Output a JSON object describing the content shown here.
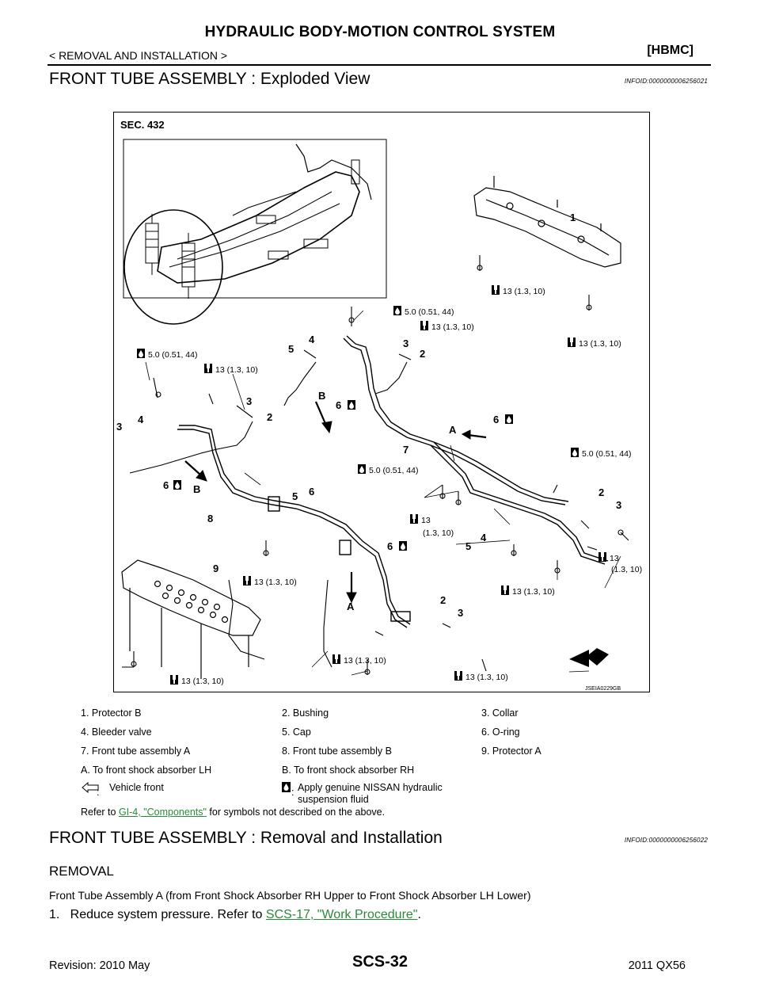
{
  "header": {
    "title": "HYDRAULIC BODY-MOTION CONTROL SYSTEM",
    "breadcrumb": "< REMOVAL AND INSTALLATION >",
    "code": "[HBMC]"
  },
  "section1": {
    "title": "FRONT TUBE ASSEMBLY : Exploded View",
    "infoid": "INFOID:0000000006256021"
  },
  "figure": {
    "sec_label": "SEC. 432",
    "image_code": "JSEIA0229GB",
    "torque_labels": {
      "t1": "13 (1.3, 10)",
      "t2": "5.0 (0.51, 44)",
      "t3": "13 (1.3, 10)",
      "t4": "13 (1.3, 10)",
      "t5": "5.0 (0.51, 44)",
      "t6": "13 (1.3, 10)",
      "t7": "5.0 (0.51, 44)",
      "t8": "5.0 (0.51, 44)",
      "t9a": "13",
      "t9b": "(1.3, 10)",
      "t10a": "13",
      "t10b": "(1.3, 10)",
      "t11": "13 (1.3, 10)",
      "t12": "13 (1.3, 10)",
      "t13": "13 (1.3, 10)",
      "t14": "13 (1.3, 10)",
      "t15": "13 (1.3, 10)"
    },
    "callouts": {
      "c1": "1",
      "c2": "2",
      "c3": "3",
      "c4": "4",
      "c5": "5",
      "c6": "6",
      "c7": "7",
      "c8": "8",
      "c9": "9",
      "cA": "A",
      "cB": "B"
    }
  },
  "legend": {
    "rows": [
      [
        "1. Protector B",
        "2. Bushing",
        "3. Collar"
      ],
      [
        "4. Bleeder valve",
        "5. Cap",
        "6. O-ring"
      ],
      [
        "7. Front tube assembly A",
        "8. Front tube assembly B",
        "9. Protector A"
      ],
      [
        "A. To front shock absorber LH",
        "B. To front shock absorber RH",
        ""
      ]
    ],
    "symbol1": "Vehicle front",
    "symbol2_line1": "Apply genuine NISSAN hydraulic",
    "symbol2_line2": "suspension fluid",
    "refer_prefix": "Refer to ",
    "refer_link": "GI-4, \"Components\"",
    "refer_suffix": " for symbols not described on the above."
  },
  "section2": {
    "title": "FRONT TUBE ASSEMBLY : Removal and Installation",
    "infoid": "INFOID:0000000006256022",
    "subhead": "REMOVAL",
    "paragraph": "Front Tube Assembly A (from Front Shock Absorber RH Upper to Front Shock Absorber LH Lower)",
    "step_prefix": "1.   Reduce system pressure. Refer to ",
    "step_link": "SCS-17, \"Work Procedure\"",
    "step_suffix": "."
  },
  "footer": {
    "revision": "Revision: 2010 May",
    "page": "SCS-32",
    "model": "2011 QX56"
  }
}
